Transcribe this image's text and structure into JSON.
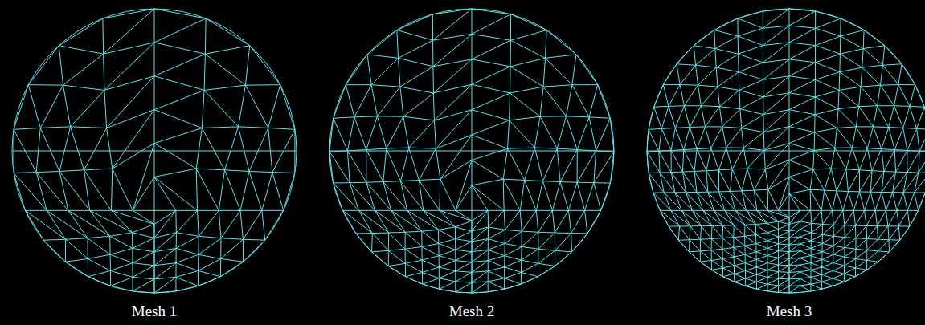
{
  "diagram": {
    "labels": [
      "Mesh 1",
      "Mesh 2",
      "Mesh 3"
    ]
  }
}
